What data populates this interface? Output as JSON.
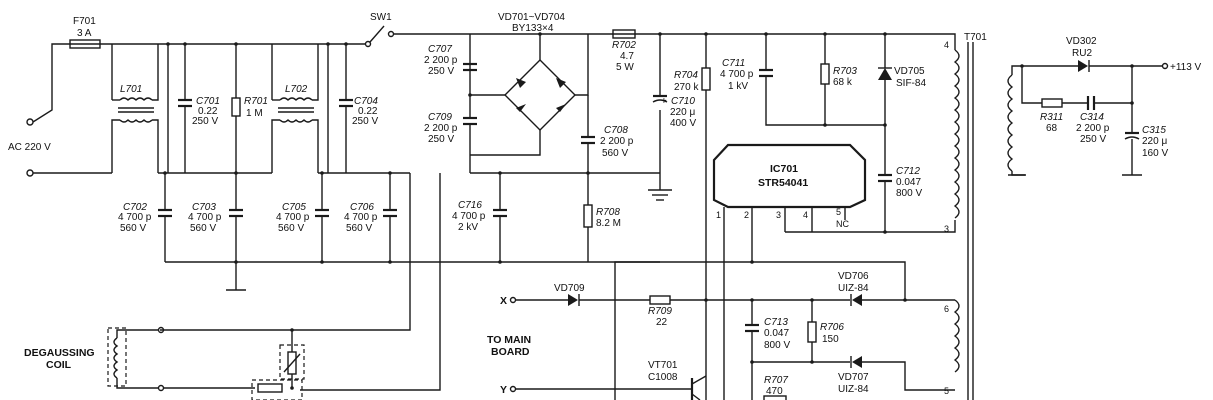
{
  "fuse": {
    "ref": "F701",
    "value": "3 A"
  },
  "switch": {
    "ref": "SW1"
  },
  "bridge": {
    "ref": "VD701~VD704",
    "part": "BY133×4"
  },
  "transformer": {
    "ref": "T701"
  },
  "input": {
    "label": "AC 220 V"
  },
  "coils": [
    {
      "ref": "L701"
    },
    {
      "ref": "L702"
    }
  ],
  "capacitors": [
    {
      "ref": "C701",
      "value": "0.22",
      "volt": "250 V"
    },
    {
      "ref": "C704",
      "value": "0.22",
      "volt": "250 V"
    },
    {
      "ref": "C707",
      "value": "2 200 p",
      "volt": "250 V"
    },
    {
      "ref": "C709",
      "value": "2 200 p",
      "volt": "250 V"
    },
    {
      "ref": "C702",
      "value": "4 700 p",
      "volt": "560 V"
    },
    {
      "ref": "C703",
      "value": "4 700 p",
      "volt": "560 V"
    },
    {
      "ref": "C705",
      "value": "4 700 p",
      "volt": "560 V"
    },
    {
      "ref": "C706",
      "value": "4 700 p",
      "volt": "560 V"
    },
    {
      "ref": "C716",
      "value": "4 700 p",
      "volt": "2 kV"
    },
    {
      "ref": "C708",
      "value": "2 200 p",
      "volt": "560 V"
    },
    {
      "ref": "C710",
      "value": "220 μ",
      "volt": "400 V"
    },
    {
      "ref": "C711",
      "value": "4 700 p",
      "volt": "1 kV"
    },
    {
      "ref": "C712",
      "value": "0.047",
      "volt": "800 V"
    },
    {
      "ref": "C713",
      "value": "0.047",
      "volt": "800 V"
    },
    {
      "ref": "C314",
      "value": "2 200 p",
      "volt": "250 V"
    },
    {
      "ref": "C315",
      "value": "220 μ",
      "volt": "160 V"
    }
  ],
  "resistors": [
    {
      "ref": "R701",
      "value": "1 M"
    },
    {
      "ref": "R702",
      "value": "4.7",
      "extra": "5 W"
    },
    {
      "ref": "R704",
      "value": "270 k"
    },
    {
      "ref": "R703",
      "value": "68 k"
    },
    {
      "ref": "R708",
      "value": "8.2 M"
    },
    {
      "ref": "R709",
      "value": "22"
    },
    {
      "ref": "R706",
      "value": "150"
    },
    {
      "ref": "R707",
      "value": "470"
    },
    {
      "ref": "R311",
      "value": "68"
    }
  ],
  "diodes": [
    {
      "ref": "VD705",
      "part": "SIF-84"
    },
    {
      "ref": "VD706",
      "part": "UIZ-84"
    },
    {
      "ref": "VD707",
      "part": "UIZ-84"
    },
    {
      "ref": "VD709",
      "part": ""
    },
    {
      "ref": "VD302",
      "part": "RU2"
    }
  ],
  "ic": {
    "ref": "IC701",
    "part": "STR54041",
    "pins": [
      "1",
      "2",
      "3",
      "4",
      "5"
    ],
    "nc": "NC"
  },
  "transistor": {
    "ref": "VT701",
    "part": "C1008"
  },
  "output": {
    "label": "+113 V"
  },
  "winding_pins": [
    "4",
    "3",
    "6",
    "5"
  ],
  "signals": {
    "x_label": "X",
    "y_label": "Y",
    "to_main_line1": "TO MAIN",
    "to_main_line2": "BOARD"
  },
  "degauss": {
    "line1": "DEGAUSSING",
    "line2": "COIL"
  }
}
